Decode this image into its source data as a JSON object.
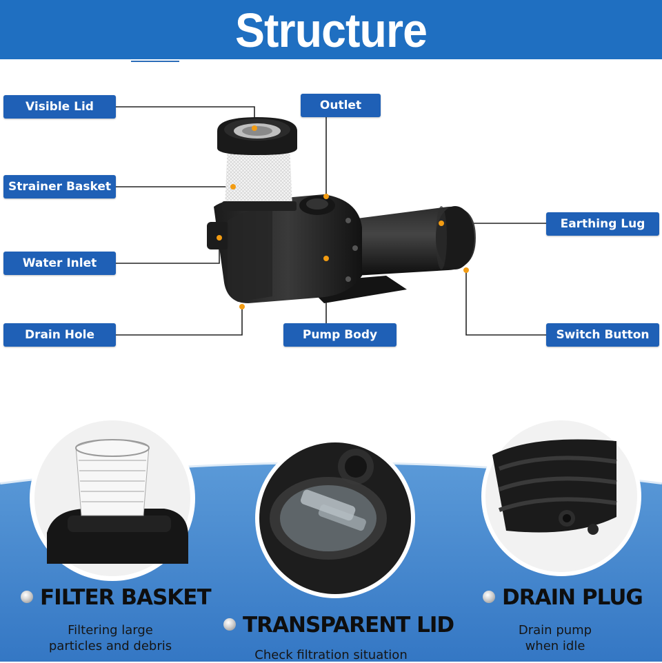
{
  "header": {
    "title": "Structure"
  },
  "diagram": {
    "labels": {
      "visible_lid": "Visible Lid",
      "outlet": "Outlet",
      "strainer_basket": "Strainer Basket",
      "earthing_lug": "Earthing Lug",
      "water_inlet": "Water Inlet",
      "drain_hole": "Drain Hole",
      "pump_body": "Pump Body",
      "switch_button": "Switch Button"
    },
    "label_color": "#1f60b6",
    "marker_color": "#f39c12"
  },
  "features": [
    {
      "title": "FILTER BASKET",
      "desc_line1": "Filtering large",
      "desc_line2": "particles and debris"
    },
    {
      "title": "TRANSPARENT LID",
      "desc_line1": "Check filtration situation"
    },
    {
      "title": "DRAIN PLUG",
      "desc_line1": "Drain pump",
      "desc_line2": "when idle"
    }
  ],
  "colors": {
    "header_blue": "#1f6fc1",
    "bottom_blue": "#3d86cf"
  }
}
